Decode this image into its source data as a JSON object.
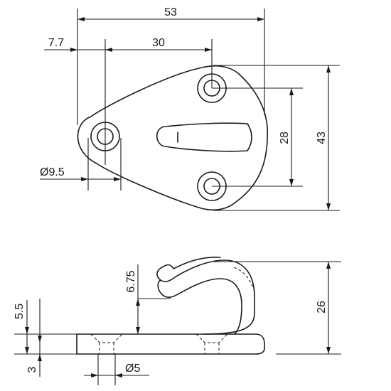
{
  "drawing": {
    "top_view": {
      "overall_width": "53",
      "edge_to_hole": "7.7",
      "hole_pitch_x": "30",
      "hole_pitch_y": "28",
      "overall_height": "43",
      "hole_diameter": "Ø9.5"
    },
    "side_view": {
      "plate_step": "5.5",
      "plate_thickness": "3",
      "hook_gap": "6.75",
      "overall_height": "26",
      "counterbore_diameter": "Ø5"
    }
  }
}
